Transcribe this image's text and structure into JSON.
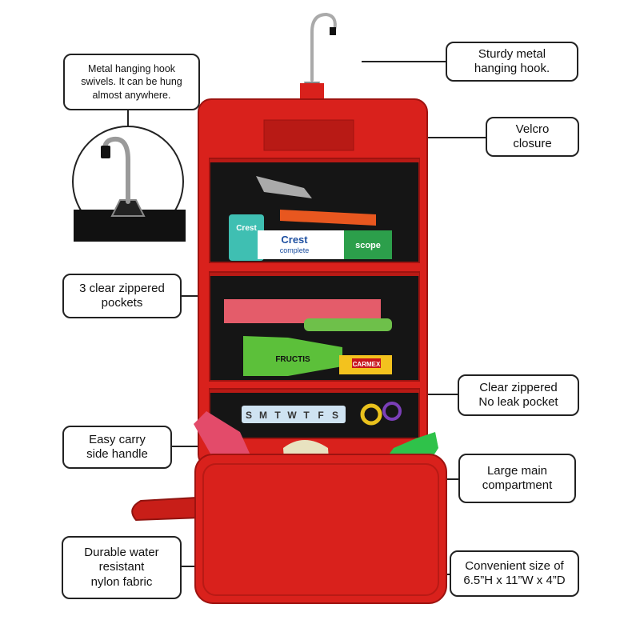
{
  "callouts": {
    "hook_swivel": [
      "Metal hanging hook",
      "swivels. It can be hung",
      "almost anywhere."
    ],
    "sturdy_hook": [
      "Sturdy metal",
      "hanging hook."
    ],
    "velcro": [
      "Velcro",
      "closure"
    ],
    "three_pockets": [
      "3 clear zippered",
      "pockets"
    ],
    "no_leak": [
      "Clear zippered",
      "No leak pocket"
    ],
    "side_handle": [
      "Easy carry",
      "side handle"
    ],
    "main_compartment": [
      "Large main",
      "compartment"
    ],
    "fabric": [
      "Durable water",
      "resistant",
      "nylon fabric"
    ],
    "size": [
      "Convenient size of",
      "6.5”H x 11”W x 4”D"
    ]
  },
  "product_labels": {
    "toothpaste": "Crest",
    "toothpaste_sub": "complete",
    "mouthwash": "scope",
    "floss": "Crest",
    "hair_spray": "FRUCTIS",
    "lip_balm": "CARMEX",
    "pill_box_days": [
      "S",
      "M",
      "T",
      "W",
      "T",
      "F",
      "S"
    ]
  },
  "colors": {
    "bag_red": "#d9211c",
    "bag_dark_red": "#9e1310",
    "pocket_black": "#151515",
    "outline": "#222222"
  }
}
